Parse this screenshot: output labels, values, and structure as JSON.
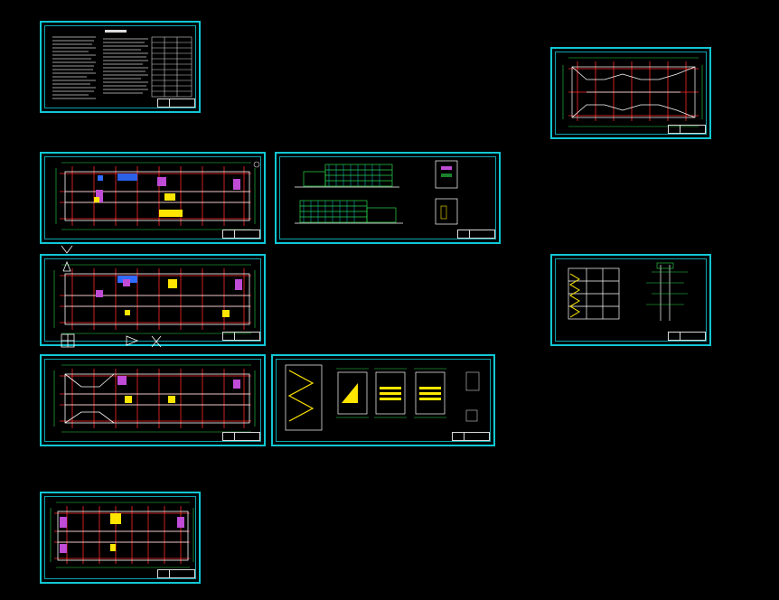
{
  "workspace": {
    "background": "#000000",
    "sheet_border_color": "#11c7d4",
    "line_colors": {
      "grid": "#ff2a2a",
      "wall": "#ffffff",
      "dimension": "#2bd94a",
      "fill": "#ffe600",
      "accent": "#c04bd6",
      "blue": "#2f6bff",
      "cyan": "#11c7d4"
    }
  },
  "sheets": [
    {
      "id": "design-notes",
      "kind": "notes"
    },
    {
      "id": "roof-plan",
      "kind": "roof"
    },
    {
      "id": "ground-floor-plan",
      "kind": "plan"
    },
    {
      "id": "elevations",
      "kind": "elevation"
    },
    {
      "id": "typical-floor-plan",
      "kind": "plan"
    },
    {
      "id": "section-details",
      "kind": "section"
    },
    {
      "id": "top-floor-plan",
      "kind": "plan"
    },
    {
      "id": "stair-details",
      "kind": "stair"
    },
    {
      "id": "fourth-floor-plan",
      "kind": "plan"
    }
  ],
  "symbols": [
    {
      "id": "north-arrow",
      "icon": "triangle-marker"
    },
    {
      "id": "axis-marker",
      "icon": "square-marker"
    },
    {
      "id": "cross-marker",
      "icon": "x-marker"
    }
  ]
}
